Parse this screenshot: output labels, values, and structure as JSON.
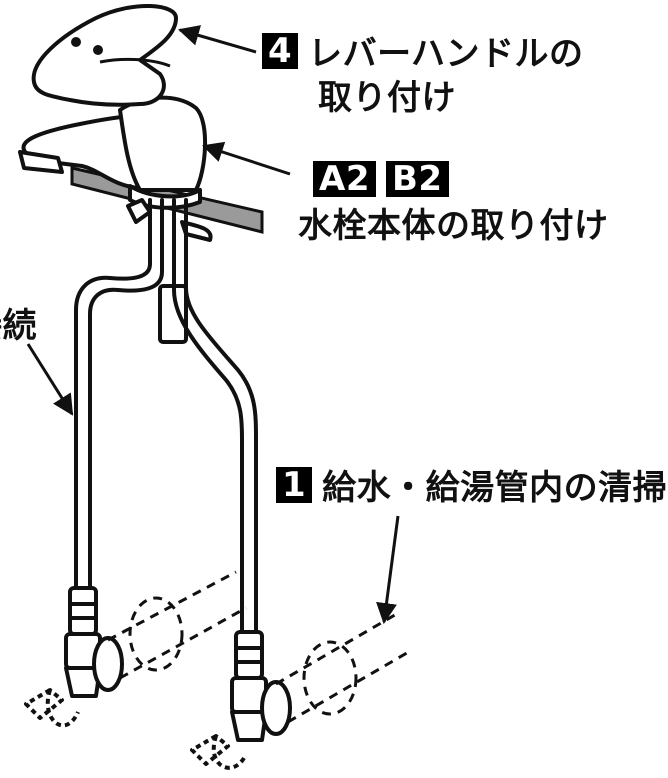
{
  "steps": {
    "handle": {
      "badge": "4",
      "line1": "レバーハンドルの",
      "line2": "取り付け"
    },
    "body": {
      "badge_a": "A2",
      "badge_b": "B2",
      "text": "水栓本体の取り付け"
    },
    "clean": {
      "badge": "1",
      "text": "給水・給湯管内の清掃"
    },
    "connect": {
      "text": "接続"
    }
  },
  "colors": {
    "ink": "#111111",
    "badge_bg": "#000000",
    "counter": "#999999"
  }
}
